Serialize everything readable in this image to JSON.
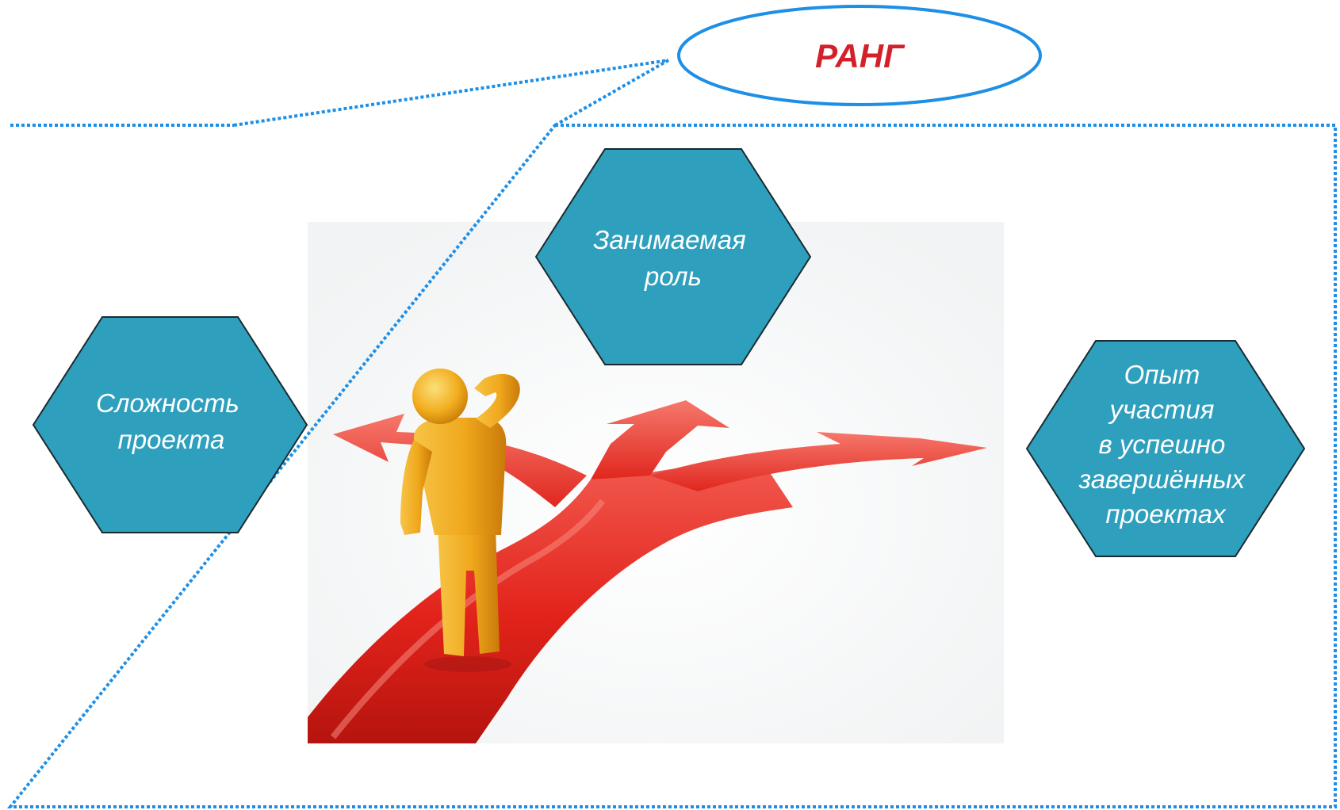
{
  "title": {
    "text": "РАНГ",
    "color": "#d4202a",
    "border_color": "#1e8fe6"
  },
  "frame": {
    "border_color": "#1e8fe6",
    "style": "dotted"
  },
  "criteria": [
    {
      "label_lines": [
        "Сложность",
        "проекта"
      ]
    },
    {
      "label_lines": [
        "Занимаемая",
        "роль"
      ]
    },
    {
      "label_lines": [
        "Опыт",
        "участия",
        "в успешно",
        "завершённых",
        "проектах"
      ]
    }
  ],
  "hexagon_style": {
    "fill": "#2e9fbc",
    "stroke": "#1b2a30",
    "text_color": "#ffffff"
  },
  "illustration": {
    "description": "person-at-crossroads",
    "arrow_color": "#e3261f",
    "figure_color": "#f0a81c"
  }
}
